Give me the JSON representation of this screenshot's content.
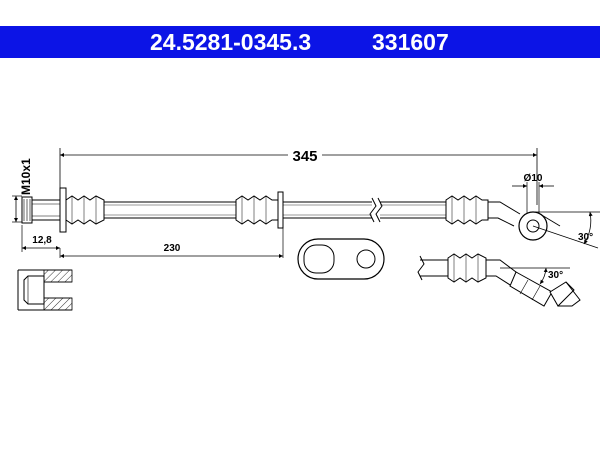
{
  "header": {
    "part_number": "24.5281-0345.3",
    "ref_number": "331607",
    "background_color": "#0c14e6"
  },
  "dimensions": {
    "total_length": "345",
    "partial_length": "230",
    "thread": "M10x1",
    "fitting_length": "12,8",
    "eye_diameter": "Ø10",
    "angle_top": "30°",
    "angle_bottom": "30°"
  }
}
